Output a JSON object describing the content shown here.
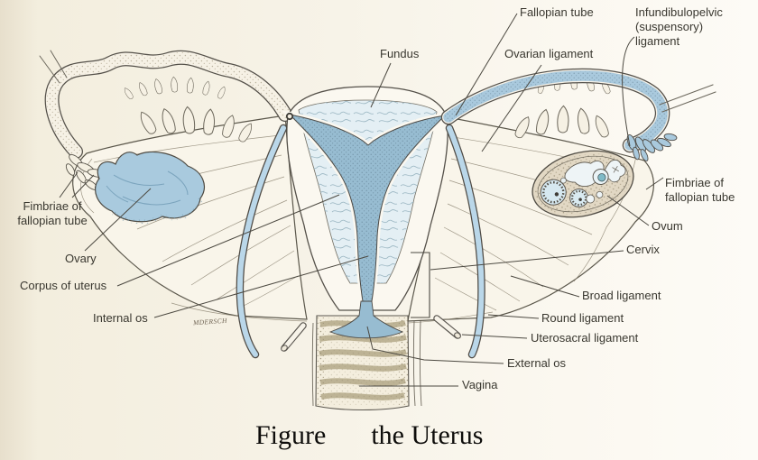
{
  "figure": {
    "caption_word1": "Figure",
    "caption_word2": "the Uterus",
    "artist_signature": "MDERSCH"
  },
  "labels": {
    "fallopian_tube": "Fallopian tube",
    "fundus": "Fundus",
    "ovarian_ligament": "Ovarian ligament",
    "infundibulopelvic": "Infundibulopelvic (suspensory) ligament",
    "fimbriae_right": "Fimbriae of fallopian tube",
    "ovum": "Ovum",
    "cervix": "Cervix",
    "broad_ligament": "Broad ligament",
    "round_ligament": "Round ligament",
    "uterosacral_ligament": "Uterosacral ligament",
    "external_os": "External os",
    "vagina": "Vagina",
    "fimbriae_left": "Fimbriae of fallopian tube",
    "ovary": "Ovary",
    "corpus_of_uterus": "Corpus of uterus",
    "internal_os": "Internal os"
  },
  "palette": {
    "illustration_blue": "#a9c9dd",
    "cavity_blue": "#97bcd1",
    "pale_endometrium": "#e4eff4",
    "background_cream": "#f6f2e6",
    "outline": "#55514a",
    "label_text": "#39372f"
  }
}
